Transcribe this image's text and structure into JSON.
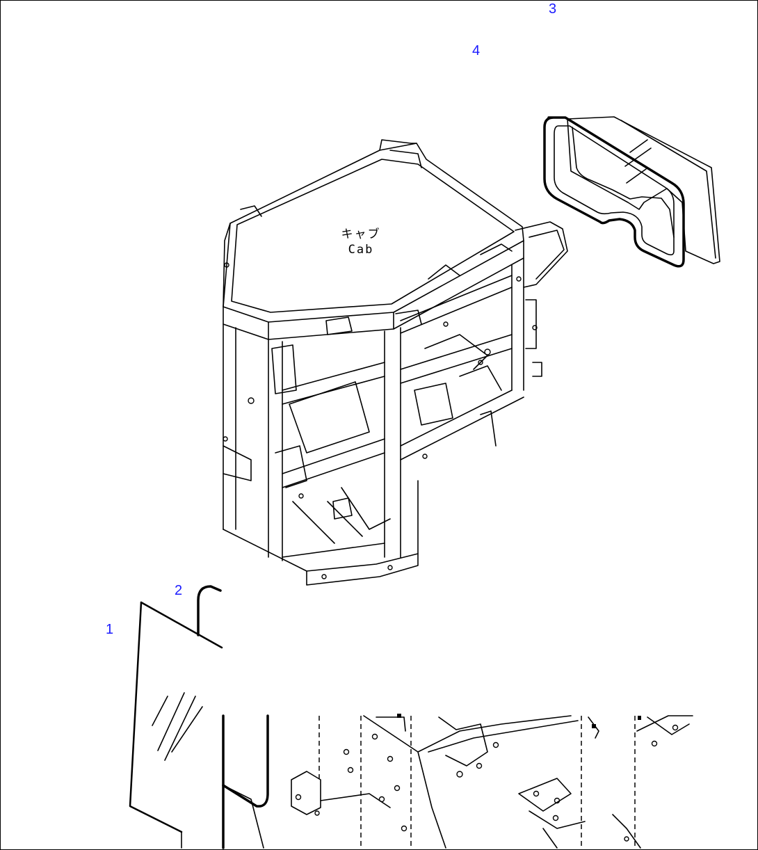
{
  "diagram": {
    "callouts": [
      {
        "id": "1",
        "label": "1"
      },
      {
        "id": "2",
        "label": "2"
      },
      {
        "id": "3",
        "label": "3"
      },
      {
        "id": "4",
        "label": "4"
      }
    ],
    "cab_label_jp": "キャブ",
    "cab_label_en": "Cab",
    "colors": {
      "callout": "#1a1aff",
      "line": "#000000",
      "background": "#ffffff"
    }
  }
}
